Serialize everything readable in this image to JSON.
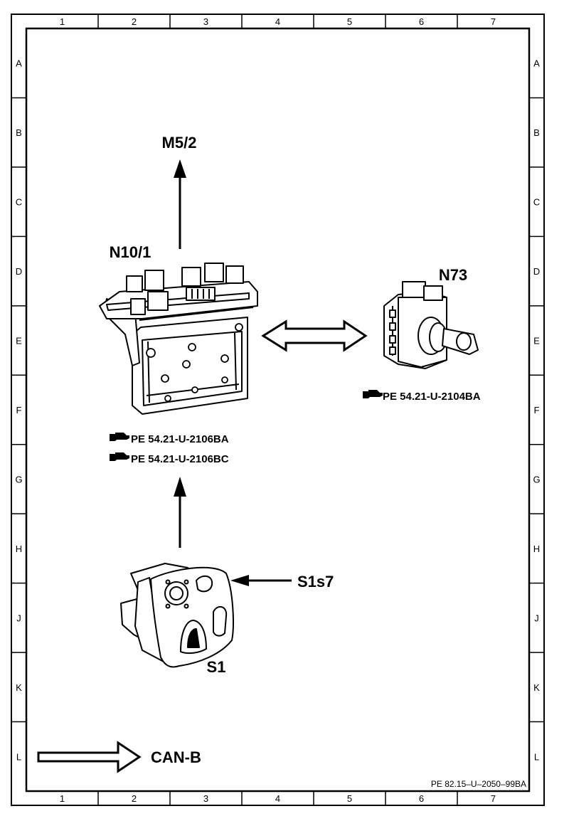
{
  "grid": {
    "columns": [
      "1",
      "2",
      "3",
      "4",
      "5",
      "6",
      "7"
    ],
    "rows": [
      "A",
      "B",
      "C",
      "D",
      "E",
      "F",
      "G",
      "H",
      "J",
      "K",
      "L"
    ]
  },
  "components": {
    "m5_2": {
      "label": "M5/2"
    },
    "n10_1": {
      "label": "N10/1",
      "refs": [
        "PE  54.21-U-2106BA",
        "PE  54.21-U-2106BC"
      ]
    },
    "n73": {
      "label": "N73",
      "ref": "PE  54.21-U-2104BA"
    },
    "s1s7": {
      "label": "S1s7"
    },
    "s1": {
      "label": "S1"
    }
  },
  "legend": {
    "label": "CAN-B"
  },
  "document_id": "PE  82.15–U–2050–99BA"
}
